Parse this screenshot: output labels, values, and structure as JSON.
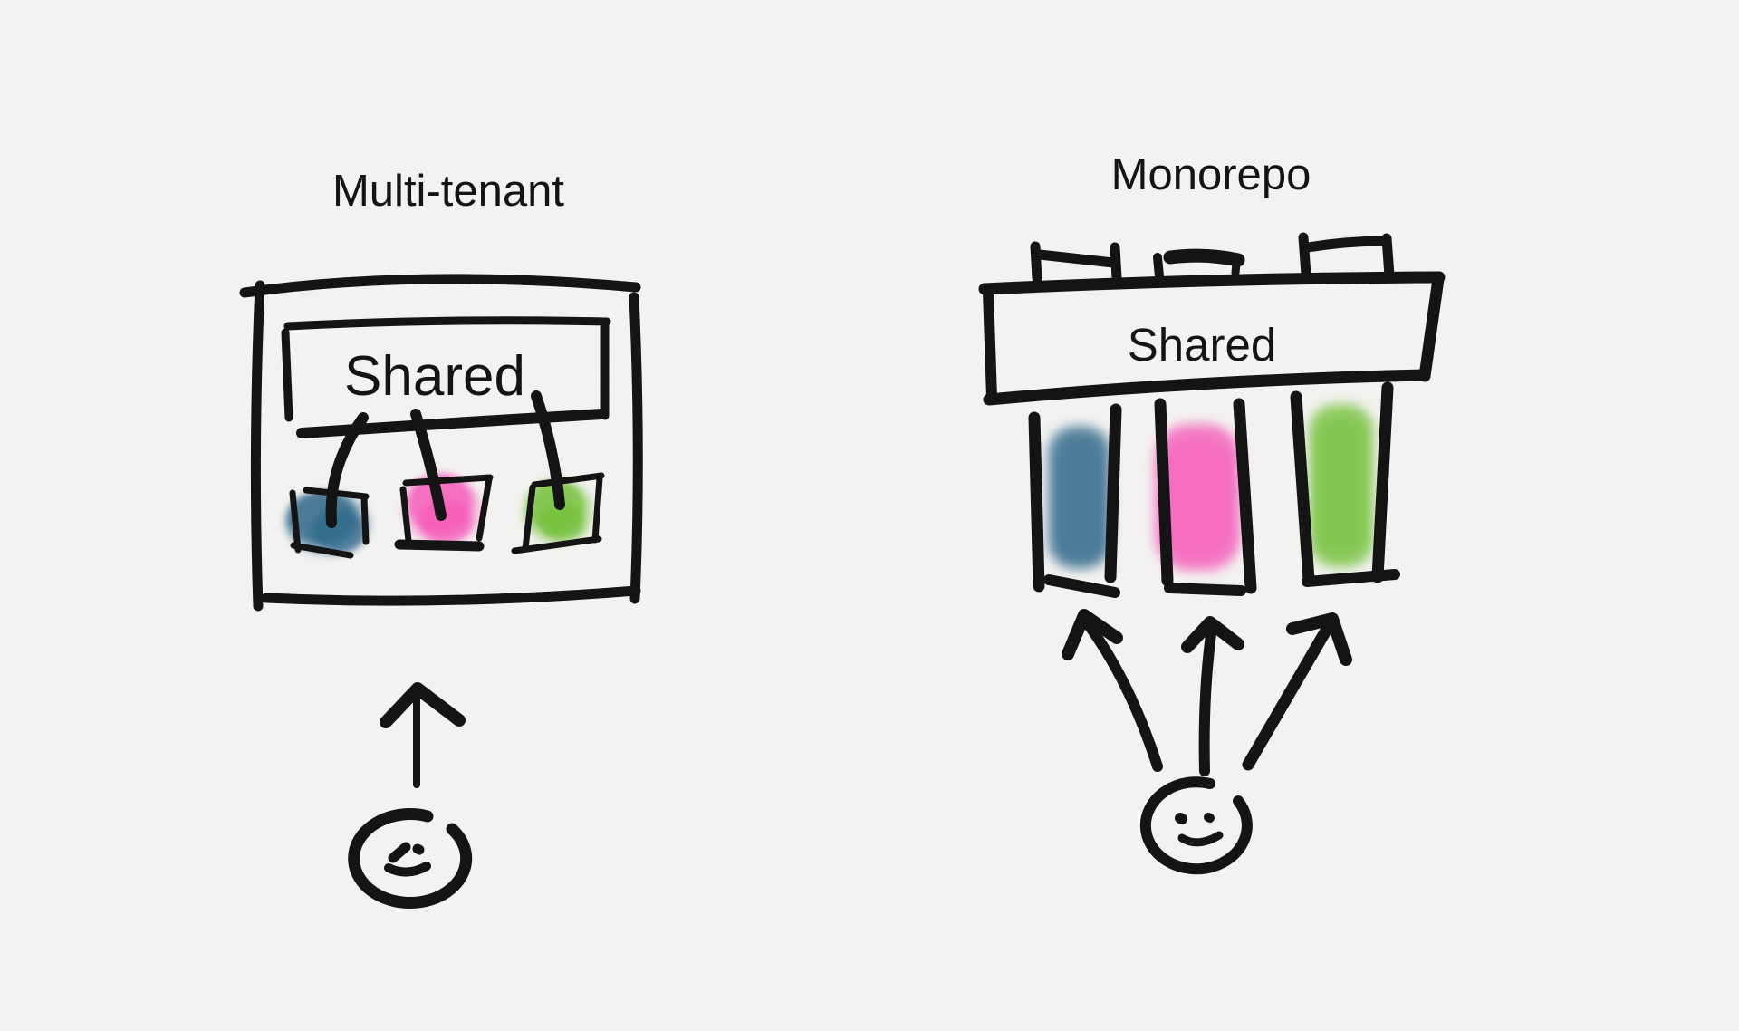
{
  "canvas": {
    "background": "#f5f4f2",
    "ink": "#141414"
  },
  "tenant_colors": {
    "blue": "#31698b",
    "pink": "#f55cb9",
    "green": "#75c23d"
  },
  "left": {
    "title": "Multi-tenant",
    "shared_label": "Shared",
    "user_icon": "smiley-face",
    "tenants": [
      {
        "name": "tenant-blue"
      },
      {
        "name": "tenant-pink"
      },
      {
        "name": "tenant-green"
      }
    ]
  },
  "right": {
    "title": "Monorepo",
    "shared_label": "Shared",
    "user_icon": "smiley-face",
    "tenants": [
      {
        "name": "tenant-blue"
      },
      {
        "name": "tenant-pink"
      },
      {
        "name": "tenant-green"
      }
    ]
  }
}
